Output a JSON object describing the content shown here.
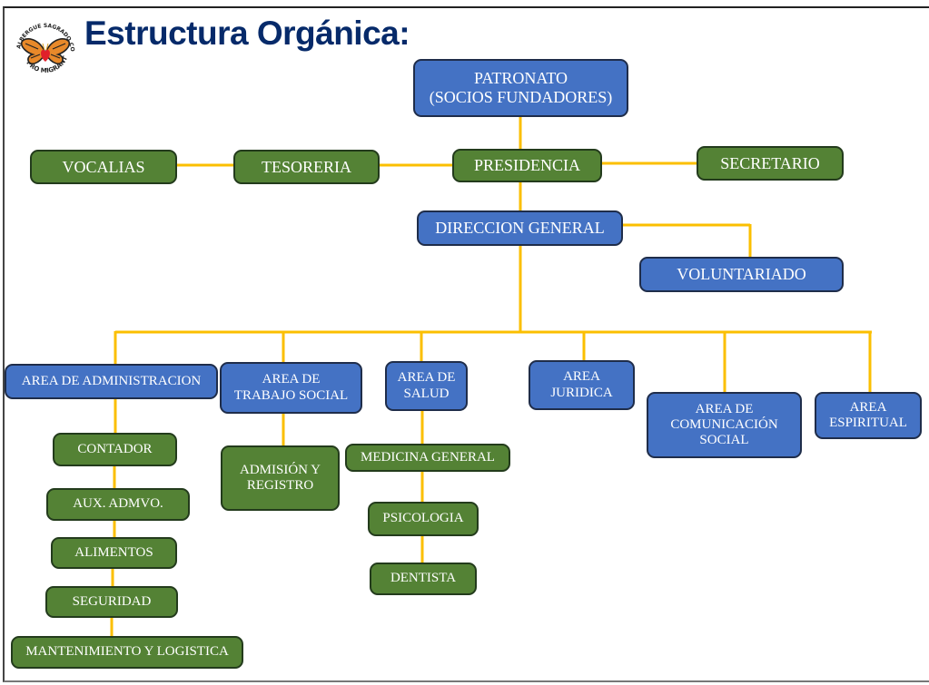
{
  "page": {
    "title": "Estructura Orgánica:",
    "logo": {
      "icon": "butterfly-heart-logo",
      "top_text": "ALBERGUE SAGRADO CORAZÓN",
      "bottom_text": "PRO MIGRANTE"
    }
  },
  "colors": {
    "board_fill": "#4472c4",
    "staff_fill": "#548235",
    "connector": "#fbbf00",
    "title": "#062a6a"
  },
  "org_chart": {
    "patronato": {
      "label": "PATRONATO\n(SOCIOS FUNDADORES)",
      "type": "board"
    },
    "presidencia": {
      "label": "PRESIDENCIA",
      "type": "staff",
      "parent": "patronato"
    },
    "tesoreria": {
      "label": "TESORERIA",
      "type": "staff",
      "parent": "presidencia"
    },
    "vocalias": {
      "label": "VOCALIAS",
      "type": "staff",
      "parent": "tesoreria"
    },
    "secretario": {
      "label": "SECRETARIO",
      "type": "staff",
      "parent": "presidencia"
    },
    "direccion_general": {
      "label": "DIRECCION GENERAL",
      "type": "board",
      "parent": "presidencia"
    },
    "voluntariado": {
      "label": "VOLUNTARIADO",
      "type": "board",
      "parent": "direccion_general"
    },
    "areas": [
      {
        "label": "AREA DE ADMINISTRACION",
        "children": [
          "CONTADOR",
          "AUX. ADMVO.",
          "ALIMENTOS",
          "SEGURIDAD",
          "MANTENIMIENTO Y LOGISTICA"
        ]
      },
      {
        "label": "AREA DE\nTRABAJO SOCIAL",
        "children": [
          "ADMISIÓN Y\nREGISTRO"
        ]
      },
      {
        "label": "AREA DE\nSALUD",
        "children": [
          "MEDICINA GENERAL",
          "PSICOLOGIA",
          "DENTISTA"
        ]
      },
      {
        "label": "AREA\nJURIDICA",
        "children": []
      },
      {
        "label": "AREA DE\nCOMUNICACIÓN\nSOCIAL",
        "children": []
      },
      {
        "label": "AREA\nESPIRITUAL",
        "children": []
      }
    ]
  }
}
